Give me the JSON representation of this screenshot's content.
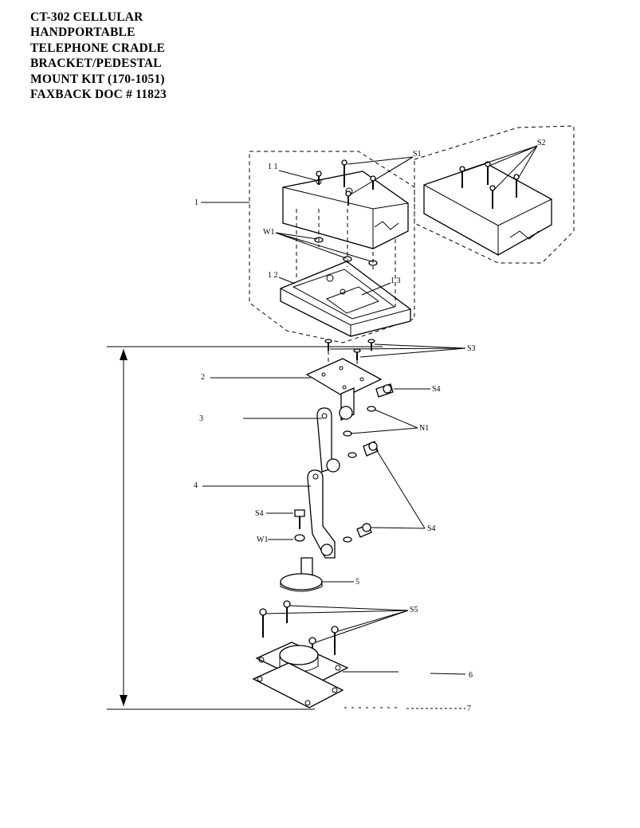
{
  "title_lines": [
    "CT-302 CELLULAR",
    "HANDPORTABLE",
    "TELEPHONE CRADLE",
    "BRACKET/PEDESTAL",
    "MOUNT KIT (170-1051)",
    "FAXBACK DOC # 11823"
  ],
  "labels": {
    "l1": "1",
    "l11": "1 1",
    "l12": "1 2",
    "l13": "1 3",
    "s1": "S1",
    "s2": "S2",
    "w1_top": "W1",
    "s3": "S3",
    "l2": "2",
    "s4_a": "S4",
    "l3": "3",
    "n1": "N1",
    "l4": "4",
    "s4_b": "S4",
    "s4_c": "S4",
    "w1_mid": "W1",
    "l5": "5",
    "s5": "S5",
    "l6": "6",
    "l7": "7"
  }
}
